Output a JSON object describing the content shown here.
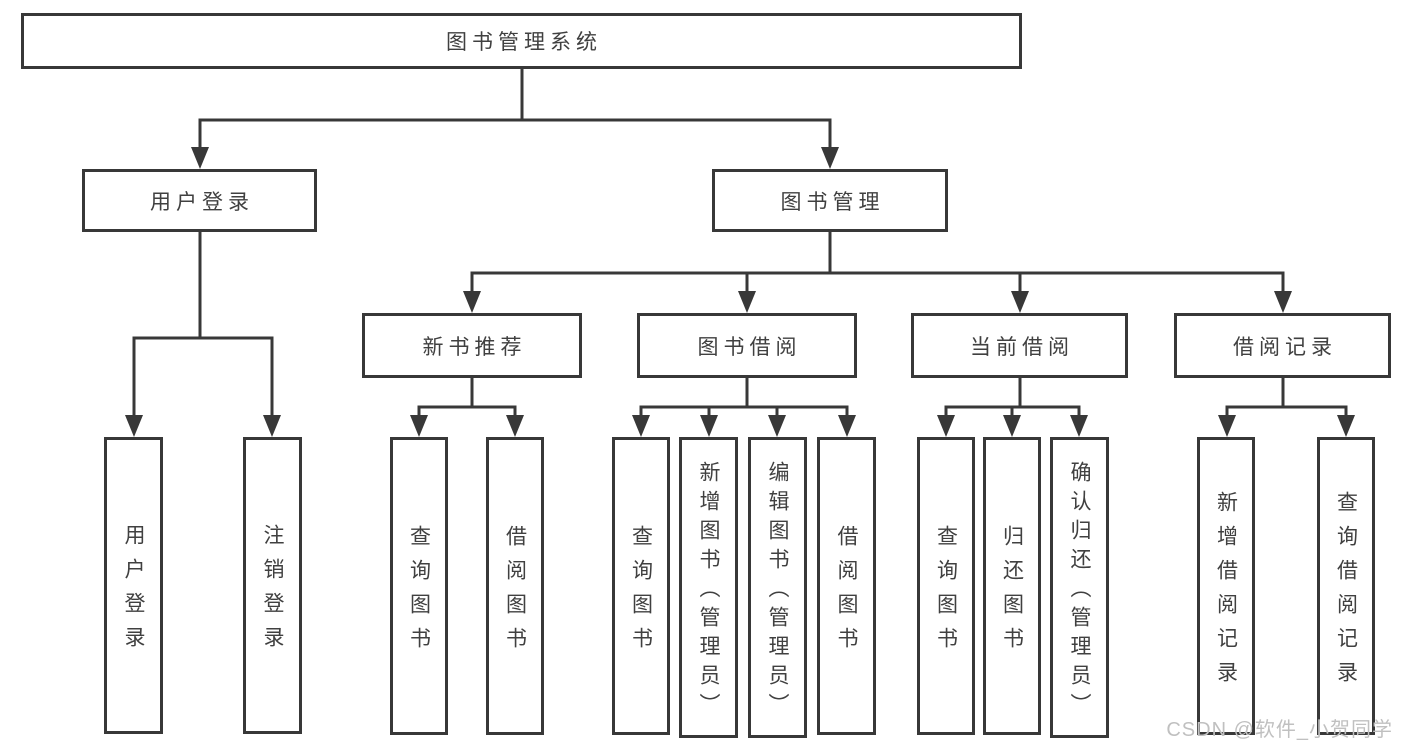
{
  "diagram": {
    "root": {
      "label": "图书管理系统"
    },
    "branches": [
      {
        "label": "用户登录",
        "children": [
          {
            "label": "用户登录"
          },
          {
            "label": "注销登录"
          }
        ]
      },
      {
        "label": "图书管理",
        "children": [
          {
            "label": "新书推荐",
            "children": [
              {
                "label": "查询图书"
              },
              {
                "label": "借阅图书"
              }
            ]
          },
          {
            "label": "图书借阅",
            "children": [
              {
                "label": "查询图书"
              },
              {
                "label": "新增图书（管理员）"
              },
              {
                "label": "编辑图书（管理员）"
              },
              {
                "label": "借阅图书"
              }
            ]
          },
          {
            "label": "当前借阅",
            "children": [
              {
                "label": "查询图书"
              },
              {
                "label": "归还图书"
              },
              {
                "label": "确认归还（管理员）"
              }
            ]
          },
          {
            "label": "借阅记录",
            "children": [
              {
                "label": "新增借阅记录"
              },
              {
                "label": "查询借阅记录"
              }
            ]
          }
        ]
      }
    ]
  },
  "watermark": {
    "text": "CSDN @软件_小贺同学"
  },
  "colors": {
    "line": "#383838",
    "text": "#404040",
    "watermark": "#c0c0c0",
    "background": "#ffffff"
  }
}
